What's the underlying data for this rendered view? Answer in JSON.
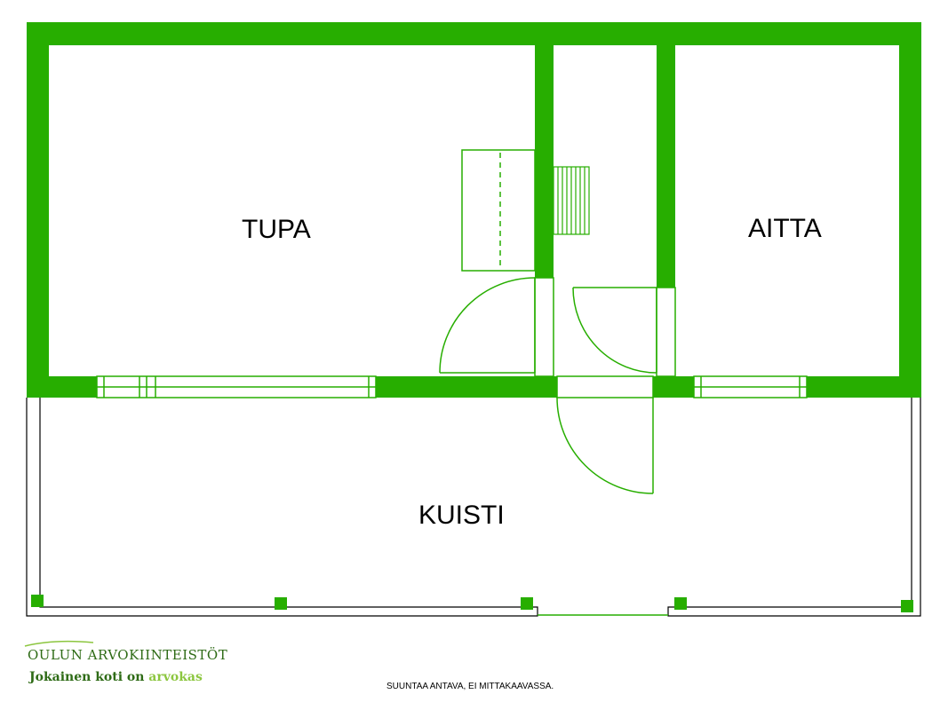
{
  "rooms": {
    "tupa": "TUPA",
    "aitta": "AITTA",
    "kuisti": "KUISTI"
  },
  "logo": {
    "line1": "OULUN ARVOKIINTEISTÖT",
    "line2_part1": "Jokainen koti on",
    "line2_part2": "arvokas"
  },
  "disclaimer": "SUUNTAA ANTAVA, EI MITTAKAAVASSA.",
  "colors": {
    "wall": "#27ae00",
    "line": "#27ae00",
    "logo_dark": "#2e6b16",
    "logo_light": "#8cc63f",
    "outline": "#000000"
  }
}
